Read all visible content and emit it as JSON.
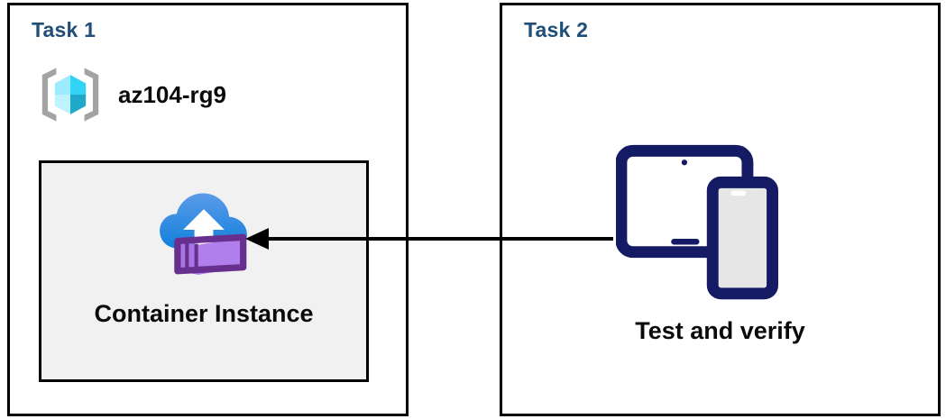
{
  "diagram": {
    "title": "Azure Container Instance task diagram",
    "background": "#ffffff",
    "panel_border_color": "#000000",
    "heading_color": "#1F4E79",
    "inner_box_fill": "#f1f1f1",
    "arrow_color": "#000000"
  },
  "panels": [
    {
      "id": "task1",
      "title": "Task 1",
      "resource_group": {
        "icon": "azure-resource-group-icon",
        "name": "az104-rg9",
        "icon_colors": {
          "bracket": "#a3a3a3",
          "cube_light": "#9CEBFF",
          "cube_mid": "#32D4F5",
          "cube_dark": "#1FA8C7"
        }
      },
      "resource": {
        "icon": "container-instance-icon",
        "label": "Container Instance",
        "icon_colors": {
          "cloud_top": "#5B9BEA",
          "cloud_bottom": "#1B84DC",
          "arrow": "#ffffff",
          "box_face": "#B07FEB",
          "box_outline": "#68308E",
          "box_side": "#8F5FD4"
        }
      }
    },
    {
      "id": "task2",
      "title": "Task 2",
      "resource": {
        "icon": "devices-tablet-phone-icon",
        "label": "Test and verify",
        "icon_colors": {
          "outline": "#141B64",
          "screen_fill": "#ffffff",
          "phone_screen_fill": "#e6e6e6"
        }
      }
    }
  ],
  "connector": {
    "name": "arrow-task2-to-task1",
    "direction": "right-to-left",
    "from": "Test and verify",
    "to": "Container Instance",
    "color": "#000000"
  }
}
